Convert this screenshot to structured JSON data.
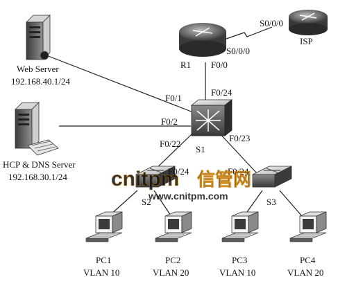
{
  "devices": {
    "r1": {
      "label": "R1"
    },
    "isp": {
      "label": "ISP"
    },
    "s1": {
      "label": "S1"
    },
    "s2": {
      "label": "S2"
    },
    "s3": {
      "label": "S3"
    },
    "web_server": {
      "label": "Web Server",
      "ip": "192.168.40.1/24"
    },
    "dhcp_server": {
      "label": "HCP & DNS Server",
      "ip": "192.168.30.1/24"
    },
    "pc1": {
      "label": "PC1",
      "vlan": "VLAN 10"
    },
    "pc2": {
      "label": "PC2",
      "vlan": "VLAN 20"
    },
    "pc3": {
      "label": "PC3",
      "vlan": "VLAN 10"
    },
    "pc4": {
      "label": "PC4",
      "vlan": "VLAN 20"
    }
  },
  "ports": {
    "r1_serial": "S0/0/0",
    "isp_serial": "S0/0/0",
    "r1_f00": "F0/0",
    "s1_f024": "F0/24",
    "s1_f01": "F0/1",
    "s1_f02": "F0/2",
    "s1_f022": "F0/22",
    "s1_f023": "F0/23",
    "s2_f024": "F0/24",
    "s3_f024": "F0/24"
  },
  "watermark": {
    "main": "cnitpm",
    "cn": "信管网",
    "url": "www.cnitpm.com",
    "color_main": "#f5a623",
    "color_url": "#2a7fd4"
  },
  "colors": {
    "device_dark": "#4a4a4a",
    "device_light": "#e8e8e8",
    "line": "#222222"
  },
  "icons": {
    "router": "router-icon",
    "l3switch": "multilayer-switch-icon",
    "switch": "switch-icon",
    "server": "server-icon",
    "pc": "pc-icon"
  }
}
